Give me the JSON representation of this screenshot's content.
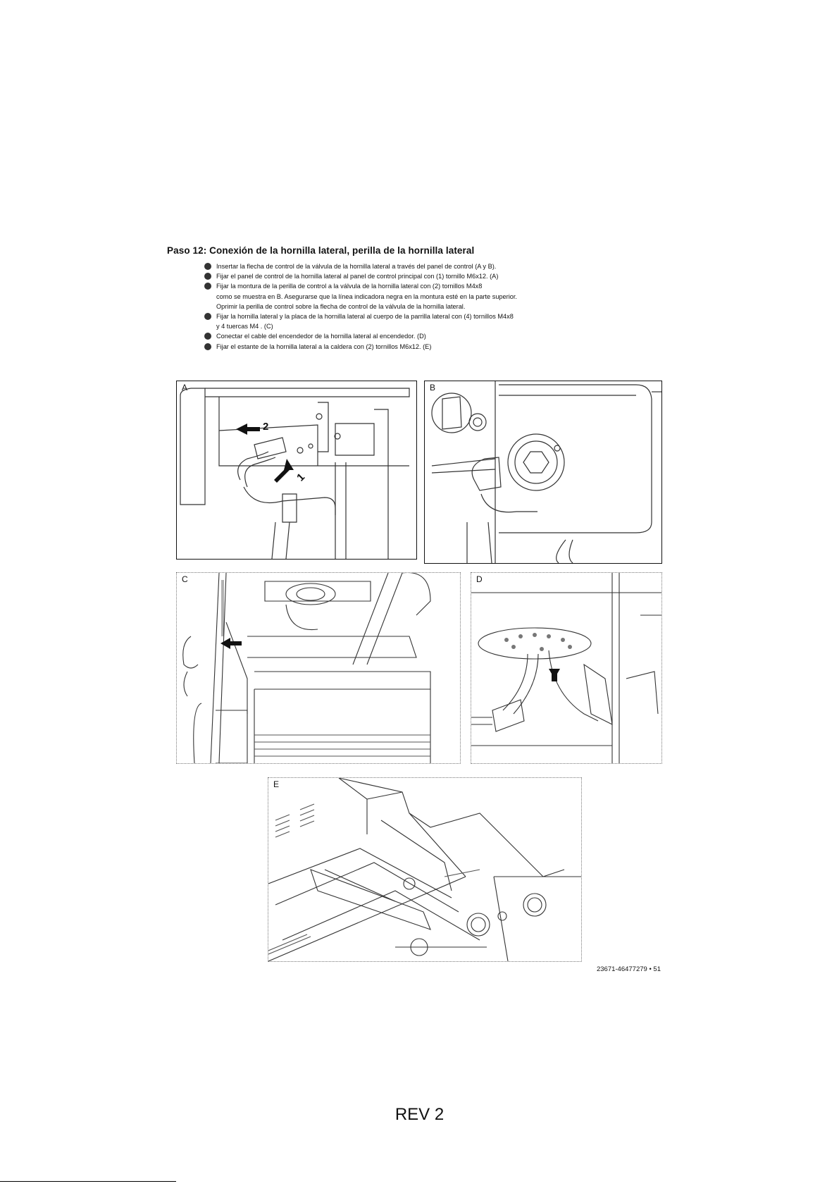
{
  "step": {
    "title": "Paso 12: Conexión de la hornilla lateral, perilla de la hornilla lateral"
  },
  "instructions": [
    {
      "lines": [
        "Insertar la flecha de control de la válvula de la hornilla lateral a través del panel de control (A y B)."
      ]
    },
    {
      "lines": [
        "Fijar el panel de control de la hornilla lateral al panel de control principal con (1) tornillo M6x12. (A)"
      ]
    },
    {
      "lines": [
        "Fijar la montura de la perilla de control a la válvula de la hornilla lateral con (2) tornillos M4x8",
        "como se muestra en B. Asegurarse que la línea indicadora negra en la montura esté en la parte superior.",
        "Oprimir la perilla de control sobre la flecha de control de la válvula de la hornilla lateral."
      ]
    },
    {
      "lines": [
        "Fijar la hornilla lateral y la placa de la hornilla lateral al cuerpo de la parrilla lateral con (4) tornillos M4x8",
        "y 4 tuercas M4 . (C)"
      ]
    },
    {
      "lines": [
        "Conectar el cable del encendedor de la hornilla lateral al encendedor. (D)"
      ]
    },
    {
      "lines": [
        "Fijar el estante de la hornilla lateral a la caldera con (2) tornillos M6x12. (E)"
      ]
    }
  ],
  "figures": {
    "a": {
      "label": "A",
      "callout_1": "1",
      "callout_2": "2"
    },
    "b": {
      "label": "B"
    },
    "c": {
      "label": "C"
    },
    "d": {
      "label": "D"
    },
    "e": {
      "label": "E"
    }
  },
  "footer": {
    "page_id": "23671-46477279 • 51",
    "revision": "REV 2"
  }
}
